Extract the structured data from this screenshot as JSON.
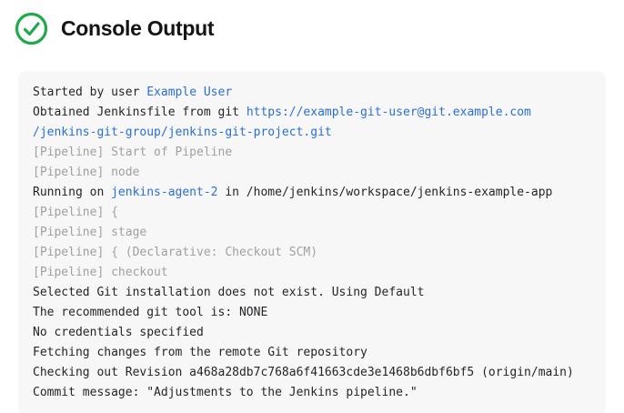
{
  "header": {
    "title": "Console Output",
    "status_icon": "success-check-icon"
  },
  "colors": {
    "success": "#23a94d",
    "link": "#2a6fd2",
    "muted_text": "#9fa0a4",
    "default_text": "#242529",
    "title_text": "#131418",
    "console_background": "#f7f7f8"
  },
  "console": {
    "lines": [
      {
        "segments": [
          {
            "text": "Started by user ",
            "style": "default"
          },
          {
            "text": "Example User",
            "style": "link"
          }
        ]
      },
      {
        "segments": [
          {
            "text": "Obtained Jenkinsfile from git ",
            "style": "default"
          },
          {
            "text": "https://example-git-user@git.example.com",
            "style": "link"
          }
        ]
      },
      {
        "segments": [
          {
            "text": "/jenkins-git-group/jenkins-git-project.git",
            "style": "link"
          }
        ]
      },
      {
        "segments": [
          {
            "text": "[Pipeline] Start of Pipeline",
            "style": "muted"
          }
        ]
      },
      {
        "segments": [
          {
            "text": "[Pipeline] node",
            "style": "muted"
          }
        ]
      },
      {
        "segments": [
          {
            "text": "Running on ",
            "style": "default"
          },
          {
            "text": "jenkins-agent-2",
            "style": "link"
          },
          {
            "text": " in /home/jenkins/workspace/jenkins-example-app",
            "style": "default"
          }
        ]
      },
      {
        "segments": [
          {
            "text": "[Pipeline] {",
            "style": "muted"
          }
        ]
      },
      {
        "segments": [
          {
            "text": "[Pipeline] stage",
            "style": "muted"
          }
        ]
      },
      {
        "segments": [
          {
            "text": "[Pipeline] { (Declarative: Checkout SCM)",
            "style": "muted"
          }
        ]
      },
      {
        "segments": [
          {
            "text": "[Pipeline] checkout",
            "style": "muted"
          }
        ]
      },
      {
        "segments": [
          {
            "text": "Selected Git installation does not exist. Using Default",
            "style": "default"
          }
        ]
      },
      {
        "segments": [
          {
            "text": "The recommended git tool is: NONE",
            "style": "default"
          }
        ]
      },
      {
        "segments": [
          {
            "text": "No credentials specified",
            "style": "default"
          }
        ]
      },
      {
        "segments": [
          {
            "text": "Fetching changes from the remote Git repository",
            "style": "default"
          }
        ]
      },
      {
        "segments": [
          {
            "text": "Checking out Revision a468a28db7c768a6f41663cde3e1468b6dbf6bf5 (origin/main)",
            "style": "default"
          }
        ]
      },
      {
        "segments": [
          {
            "text": "Commit message: \"Adjustments to the Jenkins pipeline.\"",
            "style": "default"
          }
        ]
      }
    ]
  }
}
